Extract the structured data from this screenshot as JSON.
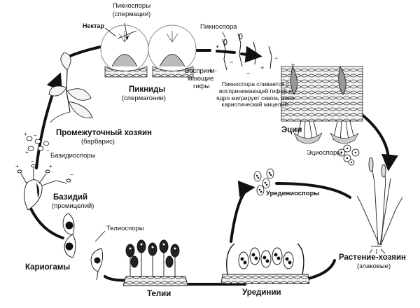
{
  "labels": {
    "pycniospores_title": "Пикноспоры",
    "pycniospores_sub": "(спермации)",
    "nectar": "Нектар",
    "pycniospore": "Пикноспора",
    "receptive_hyphae_1": "Восприни-",
    "receptive_hyphae_2": "мающие",
    "receptive_hyphae_3": "гифы",
    "pycnidia_title": "Пикниды",
    "pycnidia_sub": "(спермагонии)",
    "fusion_note": "Пикноспора сливается с воспринимающей гифой и ядро мигрирует сквозь моно кариотический мицелий.",
    "aecia": "Эции",
    "aeciospores": "Эциоспоры",
    "intermediate_host_title": "Промежуточный хозяин",
    "intermediate_host_sub": "(барбарис)",
    "basidiospores": "Базидиоспоры",
    "basidium_title": "Базидий",
    "basidium_sub": "(промицелий)",
    "teliospores": "Телиоспоры",
    "karyogamy": "Кариогамы",
    "telia": "Телии",
    "uredinia": "Урединии",
    "urediniospores": "Урединиоспоры",
    "host_plant_title": "Растение-хозяин",
    "host_plant_sub": "(злаковые)"
  },
  "colors": {
    "ink": "#111111",
    "cell_fill": "#eeeeee",
    "spore_dark": "#1a1a1a"
  }
}
